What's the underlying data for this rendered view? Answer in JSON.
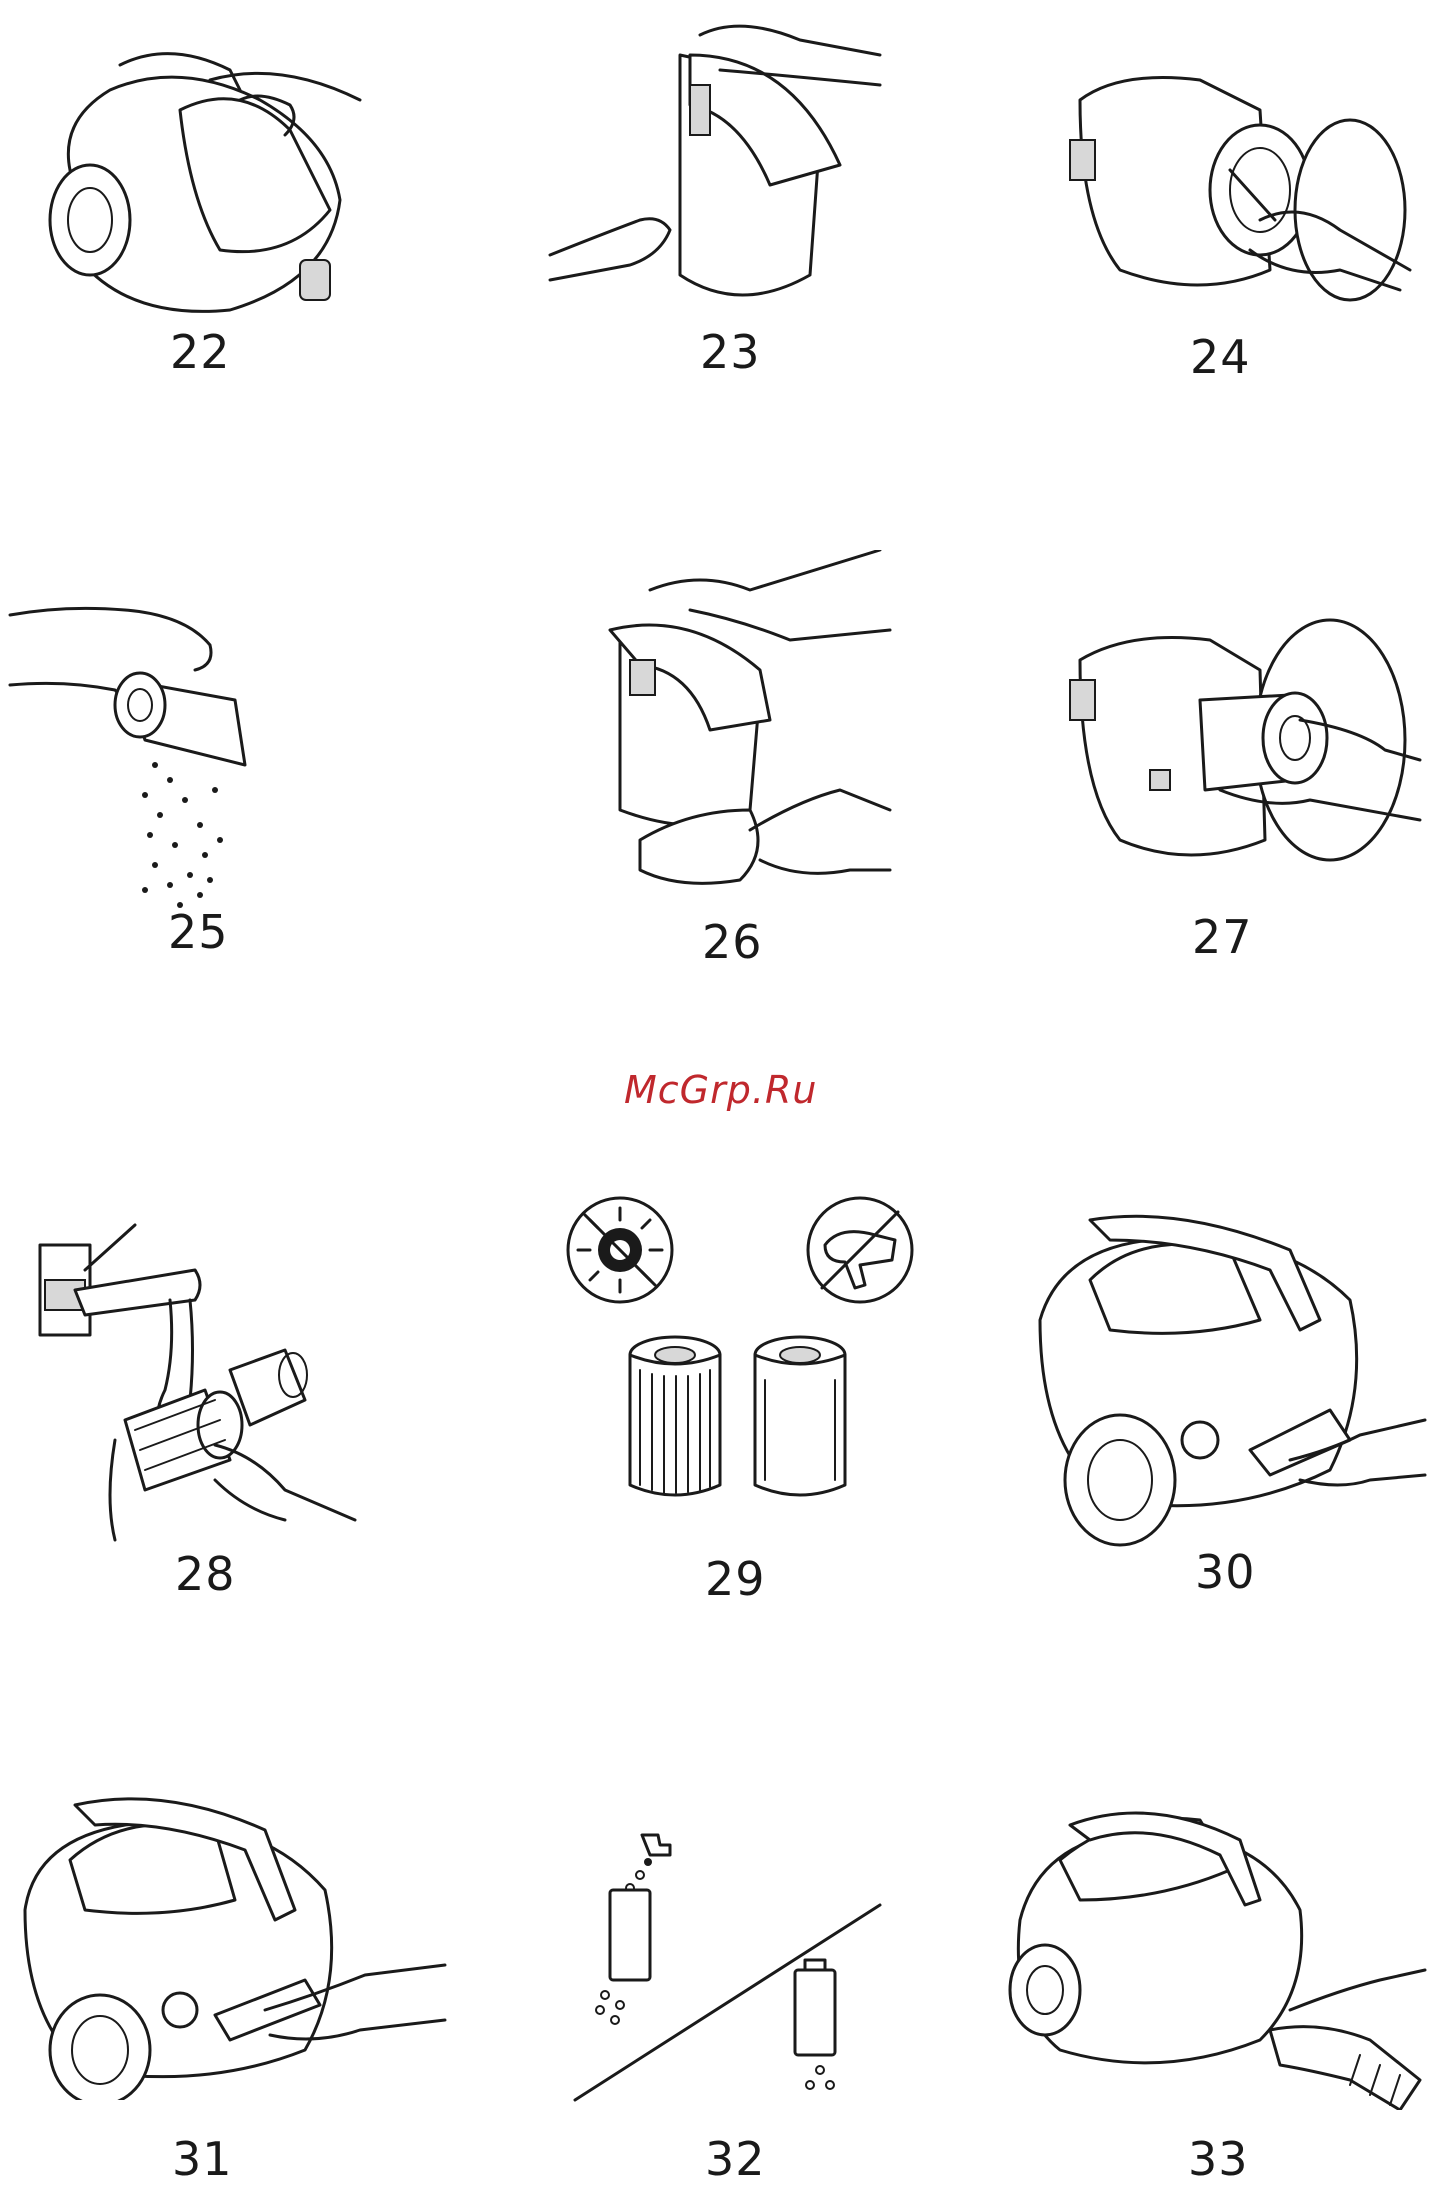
{
  "watermark": {
    "text": "McGrp.Ru",
    "color": "#c0282d"
  },
  "figures": [
    {
      "number": "22",
      "icon": "vacuum-lid-open-icon"
    },
    {
      "number": "23",
      "icon": "dust-container-release-icon"
    },
    {
      "number": "24",
      "icon": "filter-removal-icon"
    },
    {
      "number": "25",
      "icon": "filter-shake-dust-icon"
    },
    {
      "number": "26",
      "icon": "container-bottom-open-icon"
    },
    {
      "number": "27",
      "icon": "filter-insert-icon"
    },
    {
      "number": "28",
      "icon": "filter-rinse-tap-icon"
    },
    {
      "number": "29",
      "icon": "no-sun-no-dryer-filters-icon"
    },
    {
      "number": "30",
      "icon": "exhaust-filter-removal-icon"
    },
    {
      "number": "31",
      "icon": "exhaust-filter-insert-icon"
    },
    {
      "number": "32",
      "icon": "sponge-wash-dry-icon"
    },
    {
      "number": "33",
      "icon": "hose-connect-icon"
    }
  ]
}
